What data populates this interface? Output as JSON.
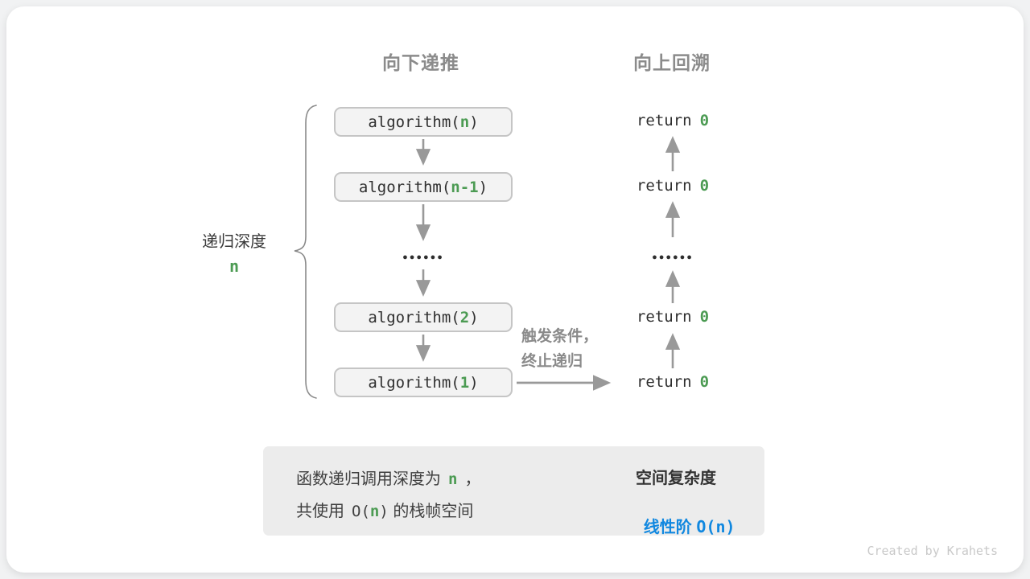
{
  "colors": {
    "green": "#4C9B53",
    "blue": "#1188E0",
    "arrow_gray": "#999999"
  },
  "headers": {
    "downward": "向下递推",
    "upward": "向上回溯"
  },
  "depth_label": {
    "text": "递归深度",
    "value": "n"
  },
  "call_stack": {
    "fn_prefix": "algorithm(",
    "fn_suffix": ")",
    "frames": [
      {
        "arg": "n"
      },
      {
        "arg": "n-1"
      },
      {
        "arg": "2"
      },
      {
        "arg": "1"
      }
    ]
  },
  "returns": [
    {
      "keyword": "return",
      "value": "0"
    },
    {
      "keyword": "return",
      "value": "0"
    },
    {
      "keyword": "return",
      "value": "0"
    },
    {
      "keyword": "return",
      "value": "0"
    }
  ],
  "ellipsis": "●●●●●●",
  "trigger_note": {
    "line1": "触发条件，",
    "line2": "终止递归"
  },
  "summary": {
    "line1": {
      "pre": "函数递归调用深度为",
      "n": "n",
      "post": "，"
    },
    "line2": {
      "pre": "共使用",
      "o_open": "O(",
      "n": "n",
      "o_close": ")",
      "post": " 的栈帧空间"
    },
    "result_title": "空间复杂度",
    "result": {
      "pre": "线性阶 ",
      "o_open": "O(",
      "n": "n",
      "o_close": ")"
    }
  },
  "watermark": "Created by Krahets"
}
